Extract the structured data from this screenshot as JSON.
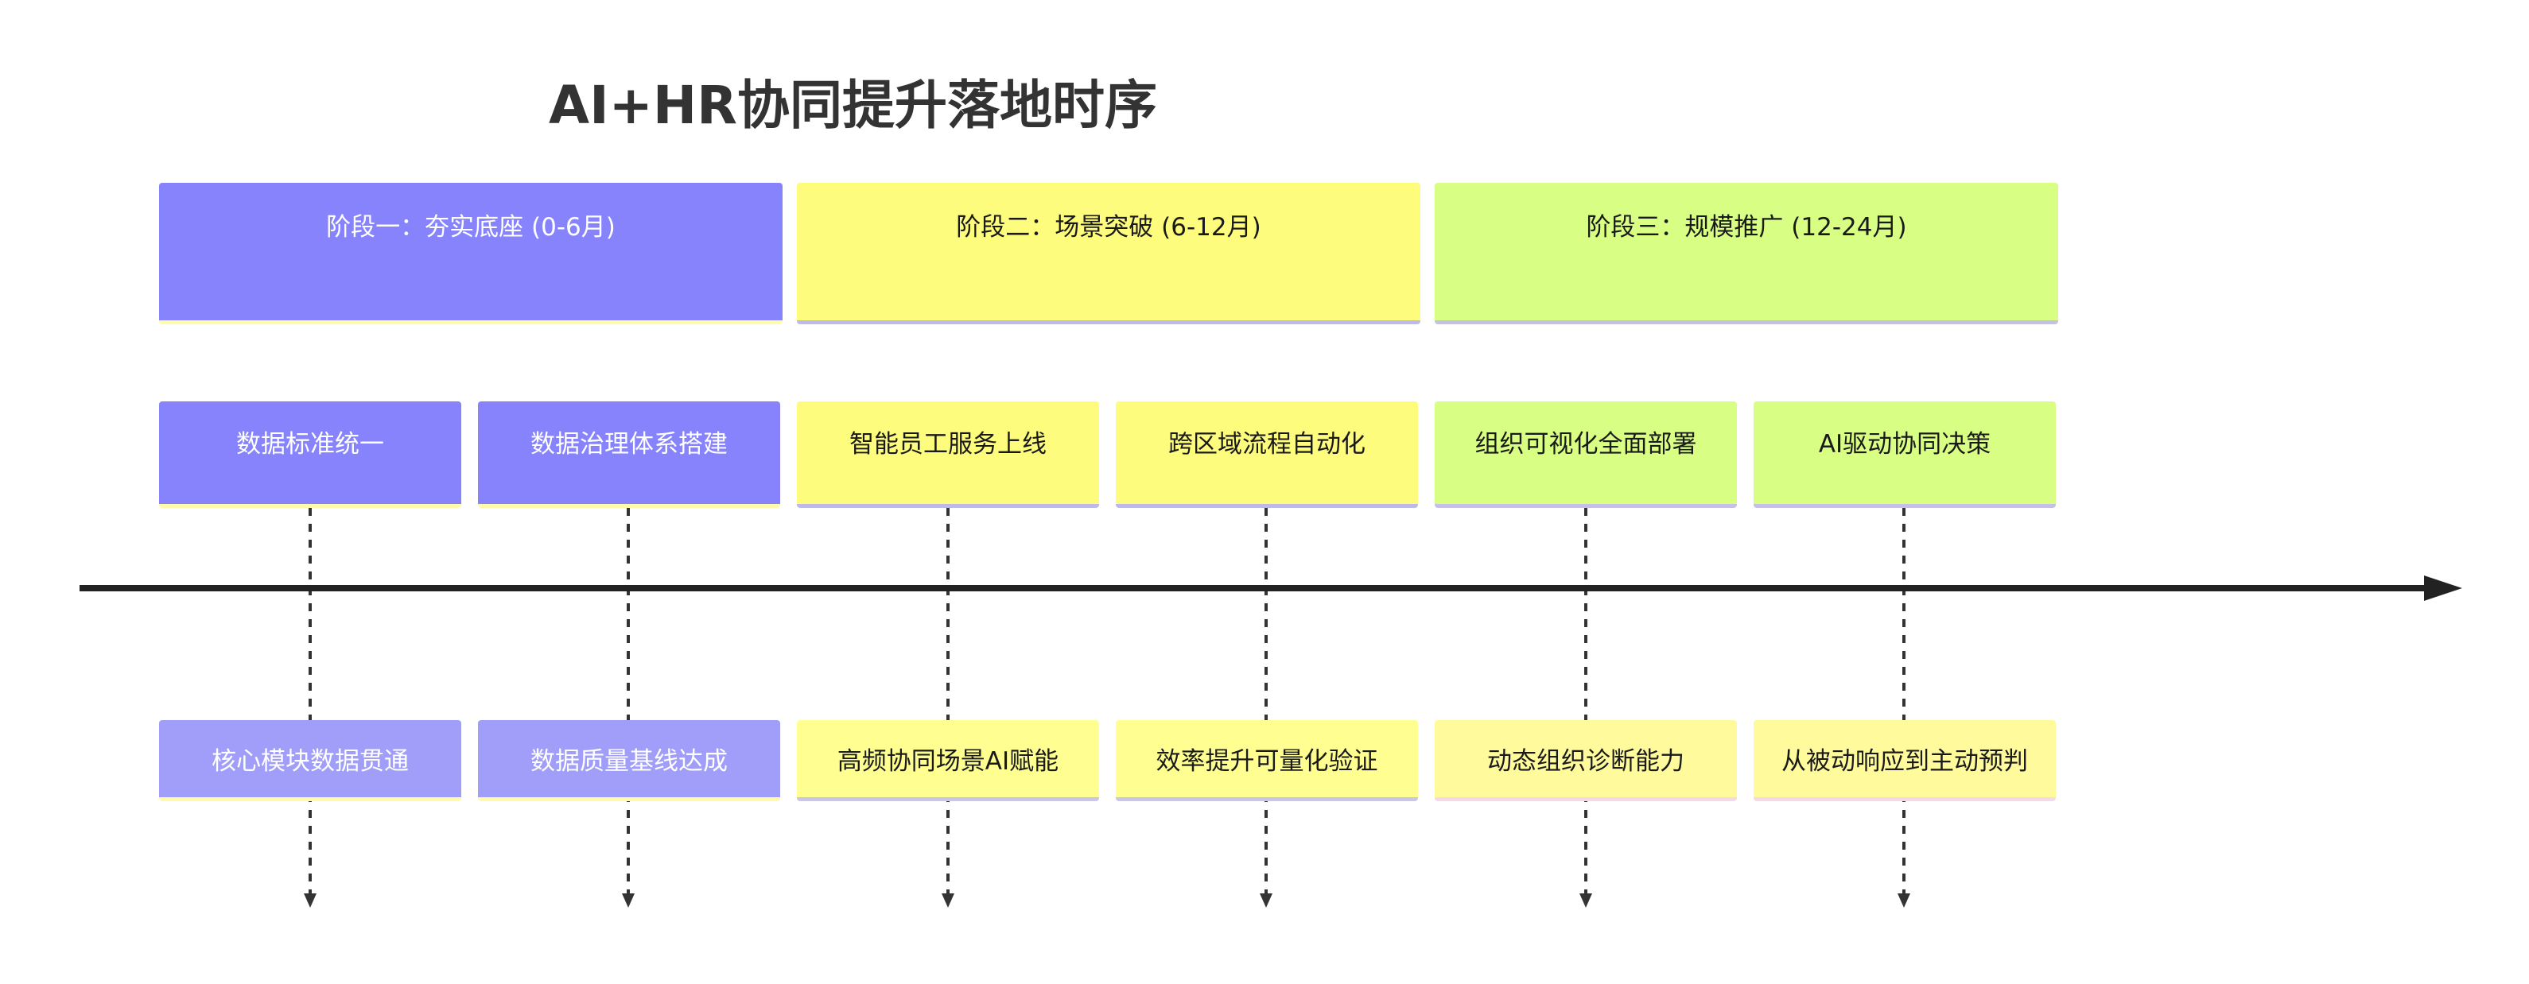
{
  "title": "AI+HR协同提升落地时序",
  "phases": [
    {
      "label": "阶段一：夯实底座 (0-6月)",
      "tasks": [
        "数据标准统一",
        "数据治理体系搭建"
      ],
      "milestones": [
        "核心模块数据贯通",
        "数据质量基线达成"
      ]
    },
    {
      "label": "阶段二：场景突破 (6-12月)",
      "tasks": [
        "智能员工服务上线",
        "跨区域流程自动化"
      ],
      "milestones": [
        "高频协同场景AI赋能",
        "效率提升可量化验证"
      ]
    },
    {
      "label": "阶段三：规模推广 (12-24月)",
      "tasks": [
        "组织可视化全面部署",
        "AI驱动协同决策"
      ],
      "milestones": [
        "动态组织诊断能力",
        "从被动响应到主动预判"
      ]
    }
  ],
  "colors": {
    "phase1": "#8683fd",
    "phase2": "#fefc7c",
    "phase3": "#d8fe84",
    "axis": "#222222"
  }
}
